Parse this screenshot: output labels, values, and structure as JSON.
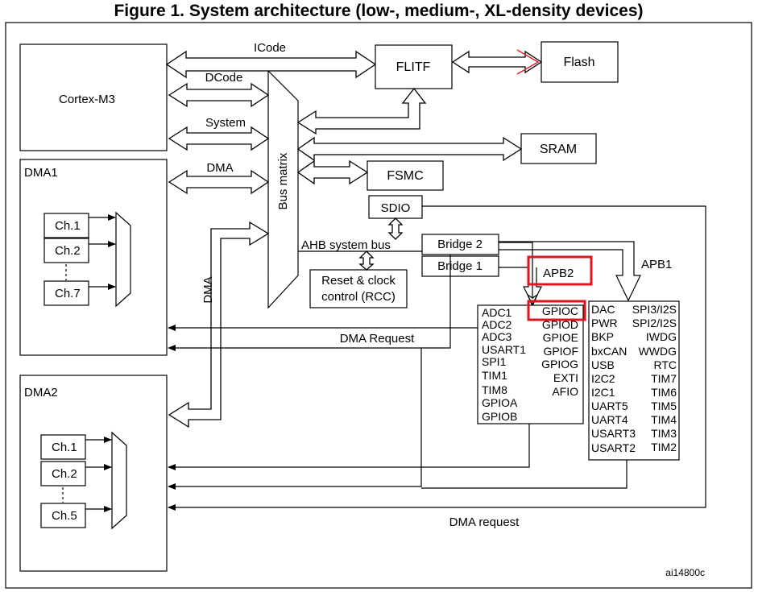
{
  "title": "Figure 1. System architecture (low-, medium-, XL-density devices)",
  "blocks": {
    "cortex": "Cortex-M3",
    "dma1": "DMA1",
    "dma2": "DMA2",
    "flitf": "FLITF",
    "flash": "Flash",
    "sram": "SRAM",
    "fsmc": "FSMC",
    "sdio": "SDIO",
    "bus_matrix": "Bus matrix",
    "bridge2": "Bridge 2",
    "bridge1": "Bridge 1",
    "rcc_line1": "Reset & clock",
    "rcc_line2": "control (RCC)"
  },
  "buses": {
    "icode": "ICode",
    "dcode": "DCode",
    "system": "System",
    "dma": "DMA",
    "dma_vertical": "DMA",
    "ahb": "AHB system bus",
    "apb1": "APB1",
    "apb2": "APB2"
  },
  "dma1_channels": [
    "Ch.1",
    "Ch.2",
    "Ch.7"
  ],
  "dma2_channels": [
    "Ch.1",
    "Ch.2",
    "Ch.5"
  ],
  "apb2_peripherals_left": [
    "ADC1",
    "ADC2",
    "ADC3",
    "USART1",
    "SPI1",
    "TIM1",
    "TIM8",
    "GPIOA",
    "GPIOB"
  ],
  "apb2_peripherals_right": [
    "GPIOC",
    "GPIOD",
    "GPIOE",
    "GPIOF",
    "GPIOG",
    "EXTI",
    "AFIO"
  ],
  "apb1_peripherals_left": [
    "DAC",
    "PWR",
    "BKP",
    "bxCAN",
    "USB",
    "I2C2",
    "I2C1",
    "UART5",
    "UART4",
    "USART3",
    "USART2"
  ],
  "apb1_peripherals_right": [
    "SPI3/I2S",
    "SPI2/I2S",
    "IWDG",
    "WWDG",
    "RTC",
    "TIM7",
    "TIM6",
    "TIM5",
    "TIM4",
    "TIM3",
    "TIM2"
  ],
  "signals": {
    "dma_request_upper": "DMA Request",
    "dma_request_lower": "DMA request"
  },
  "reference": "ai14800c",
  "colors": {
    "highlight": "#e0141e",
    "ink": "#000000"
  }
}
